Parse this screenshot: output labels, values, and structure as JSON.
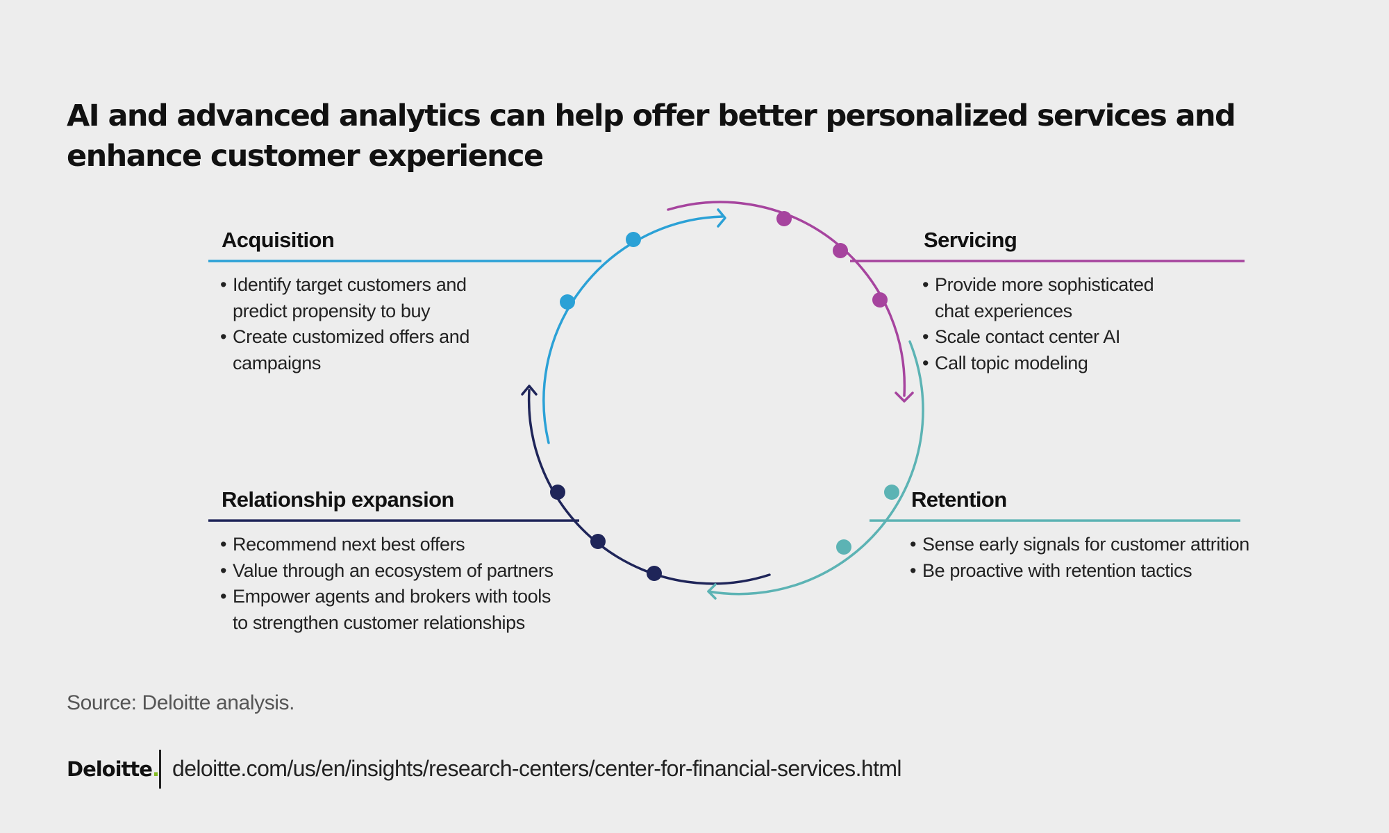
{
  "title": "AI and advanced analytics can help offer better personalized services and enhance customer experience",
  "colors": {
    "acquisition": "#2ba1d6",
    "servicing": "#a6449e",
    "retention": "#5cb3b4",
    "relationship_expansion": "#1f2559"
  },
  "stages": {
    "acquisition": {
      "title": "Acquisition",
      "bullets": [
        "Identify target customers and predict propensity to buy",
        "Create customized offers and campaigns"
      ]
    },
    "servicing": {
      "title": "Servicing",
      "bullets": [
        "Provide more sophisticated chat experiences",
        "Scale contact center AI",
        "Call topic modeling"
      ]
    },
    "retention": {
      "title": "Retention",
      "bullets": [
        "Sense early signals for customer attrition",
        "Be proactive with retention tactics"
      ]
    },
    "relationship_expansion": {
      "title": "Relationship expansion",
      "bullets": [
        "Recommend next best offers",
        "Value through an ecosystem of partners",
        "Empower agents and brokers with tools to strengthen customer relationships"
      ]
    }
  },
  "source": "Source: Deloitte analysis.",
  "footer": {
    "logo_text": "Deloitte",
    "logo_dot": ".",
    "url": "deloitte.com/us/en/insights/research-centers/center-for-financial-services.html"
  }
}
